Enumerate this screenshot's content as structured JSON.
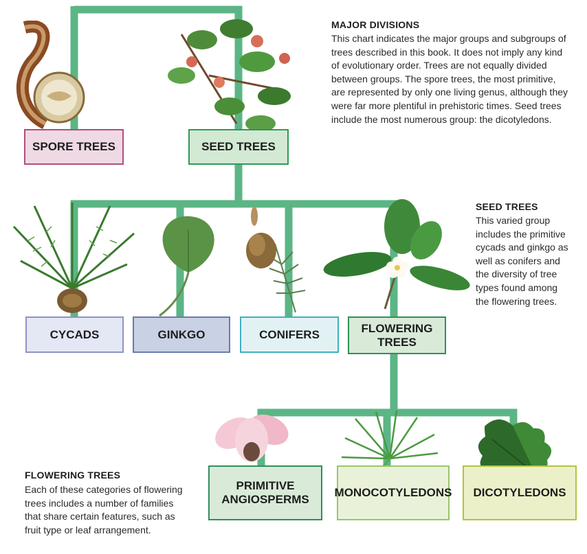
{
  "colors": {
    "connector": "#5bb585",
    "spore_fill": "#efd9e4",
    "spore_border": "#b04e7e",
    "seed_fill": "#d2e9d4",
    "seed_border": "#2f9a55",
    "cycads_fill": "#e4e7f4",
    "cycads_border": "#8c94c6",
    "ginkgo_fill": "#c9d1e4",
    "ginkgo_border": "#6a7aab",
    "conifers_fill": "#e2f2f4",
    "conifers_border": "#3fb0bf",
    "flowering_fill": "#d9ead9",
    "flowering_border": "#2f8f5a",
    "primitive_fill": "#d9ead9",
    "primitive_border": "#2f8f5a",
    "mono_fill": "#e9f2d9",
    "mono_border": "#9cc46a",
    "dico_fill": "#ecf0c9",
    "dico_border": "#b5c23e"
  },
  "boxes": {
    "spore_trees": "SPORE TREES",
    "seed_trees": "SEED TREES",
    "cycads": "CYCADS",
    "ginkgo": "GINKGO",
    "conifers": "CONIFERS",
    "flowering_trees": "FLOWERING\nTREES",
    "primitive_angiosperms": "PRIMITIVE\nANGIOSPERMS",
    "monocotyledons": "MONOCOTYLEDONS",
    "dicotyledons": "DICOTYLEDONS"
  },
  "text_blocks": {
    "major_divisions": {
      "heading": "MAJOR DIVISIONS",
      "body": "This chart indicates the major groups and subgroups of trees described in this book. It does not imply any kind of evolutionary order. Trees are not equally divided between groups. The spore trees, the most primitive, are represented by only one living genus, although they were far more plentiful in prehistoric times. Seed trees include the most numerous group: the dicotyledons."
    },
    "seed_trees": {
      "heading": "SEED TREES",
      "body": "This varied group includes the primitive cycads and ginkgo as well as conifers and the diversity of tree types found among the flowering trees."
    },
    "flowering_trees": {
      "heading": "FLOWERING TREES",
      "body": "Each of these categories of flowering trees includes a number of families that share certain features, such as fruit type or leaf arrangement."
    }
  }
}
